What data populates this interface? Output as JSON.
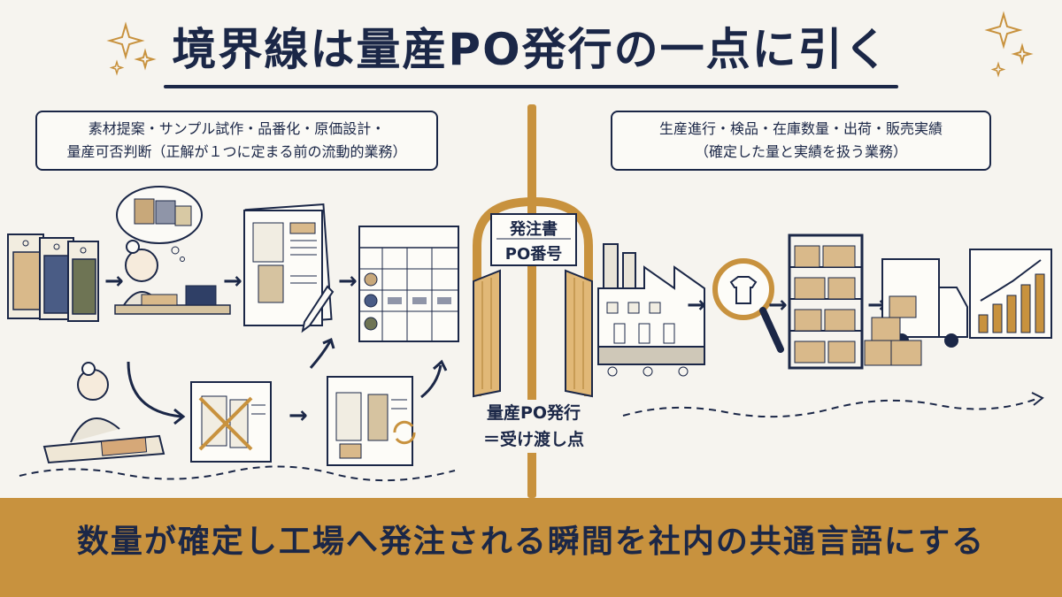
{
  "title": "境界線は量産PO発行の一点に引く",
  "left_note": {
    "line1": "素材提案・サンプル試作・品番化・原価設計・",
    "line2": "量産可否判断（正解が１つに定まる前の流動的業務）"
  },
  "right_note": {
    "line1": "生産進行・検品・在庫数量・出荷・販売実績",
    "line2": "（確定した量と実績を扱う業務）"
  },
  "gate": {
    "sign_line1": "発注書",
    "sign_line2": "PO番号",
    "label_line1": "量産PO発行",
    "label_line2": "＝受け渡し点"
  },
  "bottom_message": "数量が確定し工場へ発注される瞬間を社内の共通言語にする",
  "colors": {
    "navy": "#1b2747",
    "gold": "#c8923e",
    "background": "#f6f4ef"
  },
  "icons": [
    "sparkle-icon",
    "fabric-swatch-icon",
    "thinking-designer-icon",
    "spec-sheet-icon",
    "pencil-icon",
    "cost-table-icon",
    "sewing-worker-icon",
    "rejected-sample-icon",
    "revised-sample-icon",
    "refresh-icon",
    "gate-door-icon",
    "factory-icon",
    "magnifier-inspection-icon",
    "warehouse-shelf-icon",
    "delivery-truck-icon",
    "sales-chart-icon"
  ]
}
